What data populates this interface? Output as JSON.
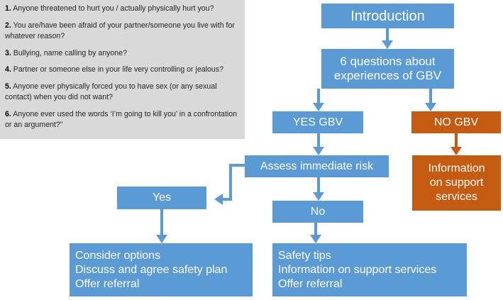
{
  "questions": [
    {
      "num": "1.",
      "text": "Anyone threatened to hurt you / actually physically hurt you?"
    },
    {
      "num": "2.",
      "text": "You are/have been afraid of your partner/someone you live with for whatever reason?"
    },
    {
      "num": "3.",
      "text": "Bullying, name calling by anyone?"
    },
    {
      "num": "4.",
      "text": "Partner or someone else in your life very controlling or jealous?"
    },
    {
      "num": "5.",
      "text": "Anyone ever physically forced you to have sex (or any sexual contact) when you did not want?"
    },
    {
      "num": "6.",
      "text": "Anyone ever used the words ‘I’m going to kill you’ in a confrontation or an argument?”"
    }
  ],
  "nodes": {
    "introduction": "Introduction",
    "six_questions": [
      "6 questions about",
      "experiences of GBV"
    ],
    "yes_gbv": "YES GBV",
    "no_gbv": "NO GBV",
    "information": [
      "Information",
      "on support",
      "services"
    ],
    "assess_risk": "Assess immediate risk",
    "yes": "Yes",
    "no": "No",
    "consider_options": [
      "Consider options",
      "Discuss and agree safety plan",
      "Offer referral"
    ],
    "safety_tips": [
      "Safety tips",
      "Information on support services",
      "Offer referral"
    ]
  },
  "colors": {
    "blue": "#5b9bd5",
    "orange": "#c55a11",
    "panel": "#d9d9d9"
  }
}
